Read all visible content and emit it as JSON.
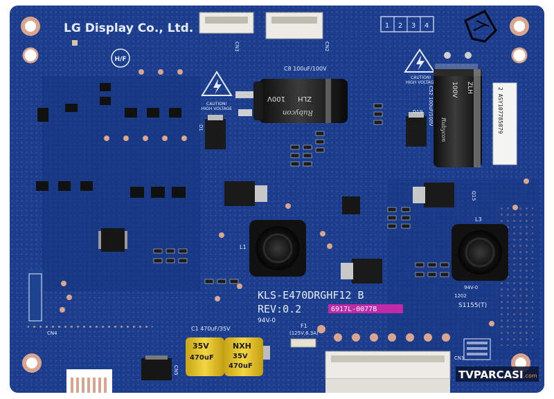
{
  "board": {
    "manufacturer": "LG Display Co., Ltd.",
    "hf_mark": "H/F",
    "model": "KLS-E470DRGHF12  B",
    "revision": "REV:0.2",
    "part_number": "6917L-0077B",
    "flammability": "94V-0",
    "date_code": "1202",
    "sticker": "2 ASY107785079",
    "s_code": "S1155(T)",
    "ul_mark": "94V-0",
    "connector_pins": [
      "1",
      "2",
      "3",
      "4"
    ],
    "colors": {
      "pcb": "#1c3d8c",
      "pcb_dark": "#142d6d",
      "silk": "#e6ecff",
      "pad": "#d9a58f",
      "magenta": "#c02aa8"
    }
  },
  "labels": {
    "cn1": "CN1",
    "cn2": "CN2",
    "cn3": "CN3",
    "cn4": "CN4",
    "cn5": "CN5",
    "c8": "C8  100uF/100V",
    "c52": "C52  100uF/100V",
    "c1": "C1    470uF/35V",
    "f1": "F1",
    "f1_rating": "(125V,6.3A)",
    "l1": "L1",
    "l3": "L3",
    "d1": "D1",
    "d19": "D19",
    "q15": "Q15",
    "caution_1": "CAUTION!",
    "caution_2": "HIGH VOLTAGE"
  },
  "components": {
    "c8_text": [
      "100V",
      "100",
      "ZLH",
      "Rubycon"
    ],
    "c52_text": [
      "100V",
      "100",
      "ZLH",
      "H",
      "Rubycon"
    ],
    "c1_text": [
      "35V",
      "470uF",
      "NXH"
    ]
  },
  "watermark": {
    "brand": "TVPARCASI",
    "suffix": ".com"
  }
}
